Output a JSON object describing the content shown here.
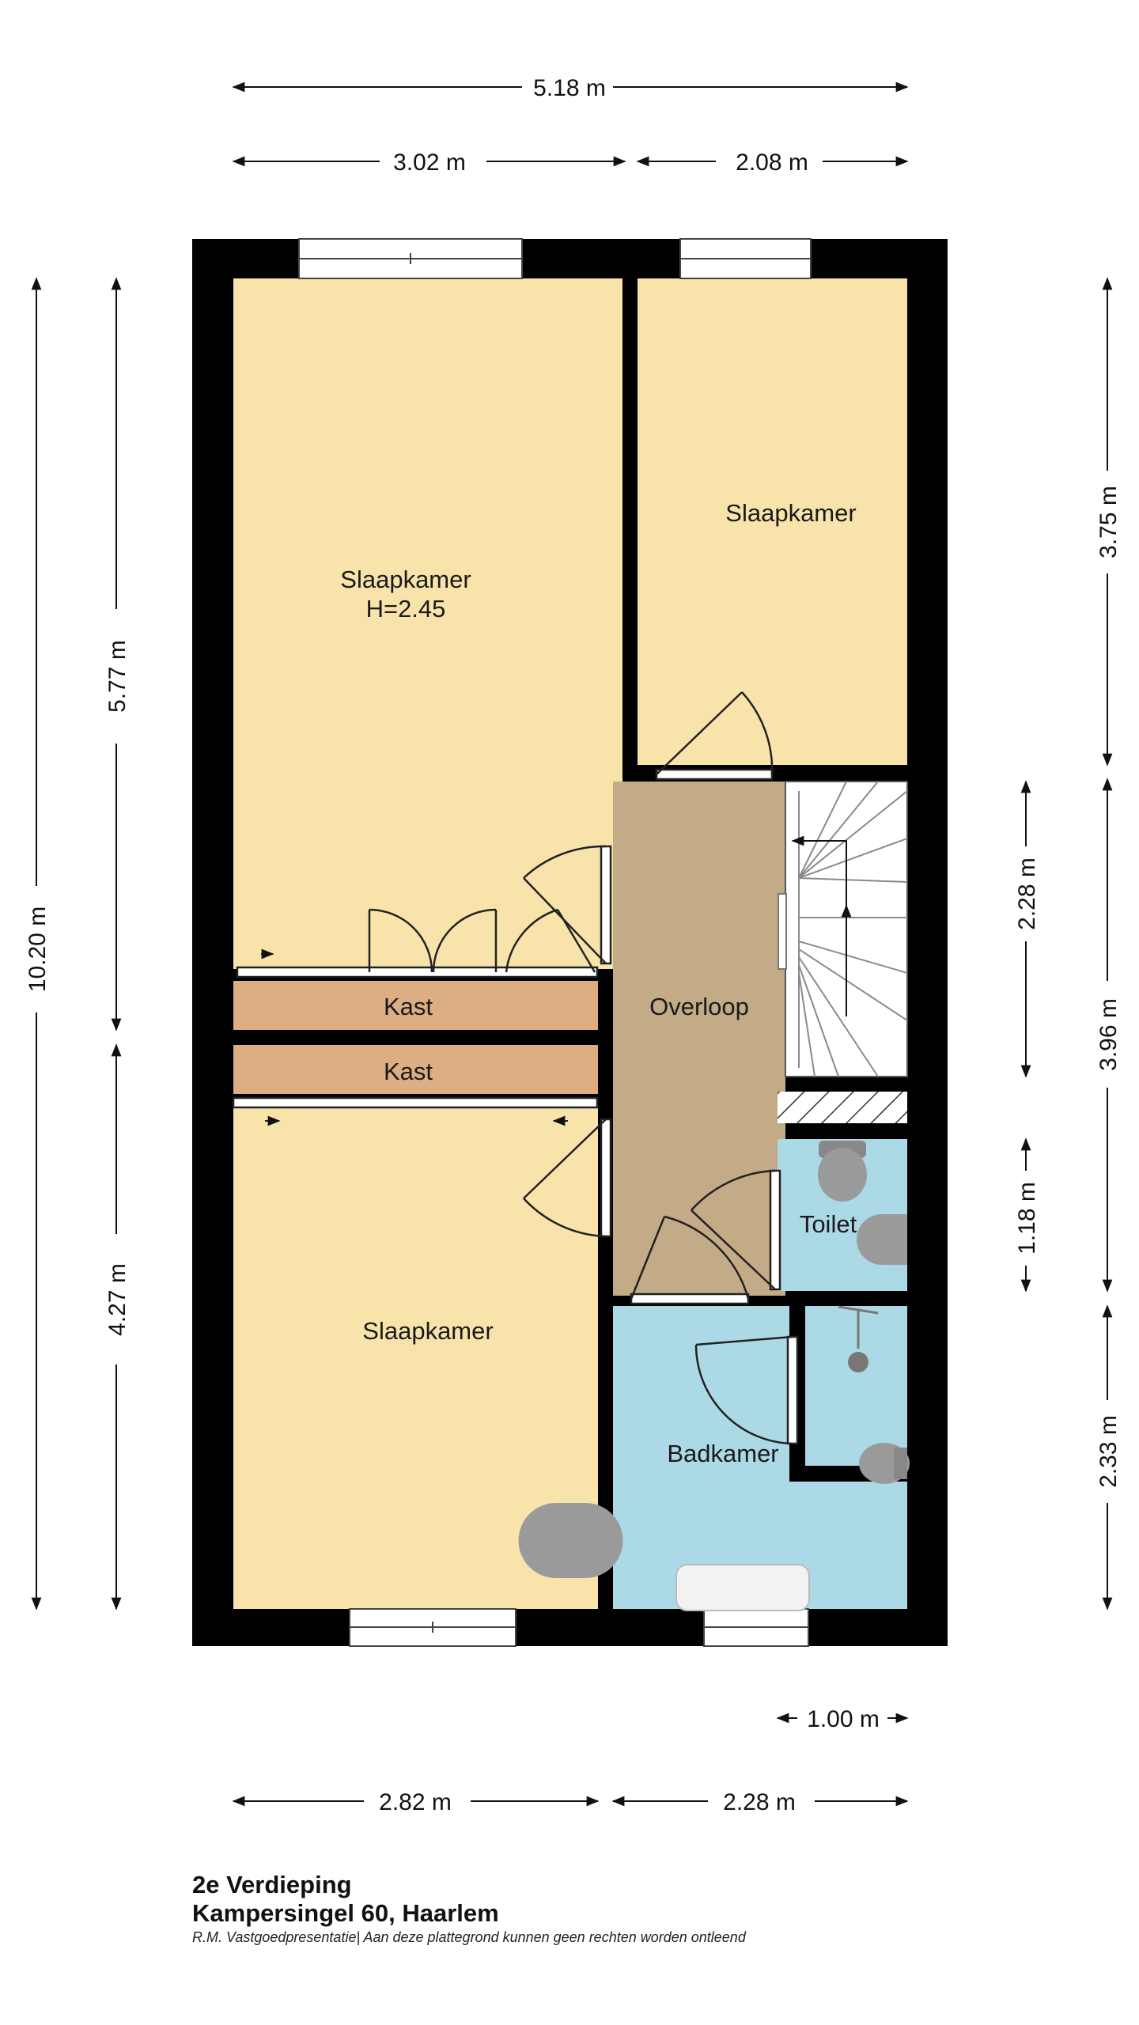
{
  "colors": {
    "wall": "#000000",
    "bedroom": "#f8e4ab",
    "landing": "#c4ab88",
    "closet": "#ddae83",
    "wet_room": "#acd9e6",
    "fixture": "#9a9a9a"
  },
  "rooms": {
    "bedroom_large": "Slaapkamer",
    "bedroom_large_height": "H=2.45",
    "bedroom_small": "Slaapkamer",
    "bedroom_bottom": "Slaapkamer",
    "closet_top": "Kast",
    "closet_bottom": "Kast",
    "landing": "Overloop",
    "toilet": "Toilet",
    "bathroom": "Badkamer"
  },
  "dimensions": {
    "total_width": "5.18 m",
    "top_left_width": "3.02 m",
    "top_right_width": "2.08 m",
    "bottom_left_width": "2.82 m",
    "bottom_right_width": "2.28 m",
    "shower_width": "1.00 m",
    "total_depth": "10.20 m",
    "left_upper_depth": "5.77 m",
    "left_lower_depth": "4.27 m",
    "right_top_depth": "3.75 m",
    "right_mid_depth": "3.96 m",
    "right_bottom_depth": "2.33 m",
    "stair_depth": "2.28 m",
    "toilet_depth": "1.18 m"
  },
  "icons": [
    "door-swing-icon",
    "window-icon",
    "stair-arrow-icon",
    "toilet-icon",
    "sink-icon",
    "shower-icon",
    "bathtub-icon"
  ],
  "caption": {
    "floor": "2e Verdieping",
    "address": "Kampersingel 60,  Haarlem",
    "disclaimer": "R.M. Vastgoedpresentatie| Aan deze plattegrond kunnen geen rechten worden ontleend"
  }
}
